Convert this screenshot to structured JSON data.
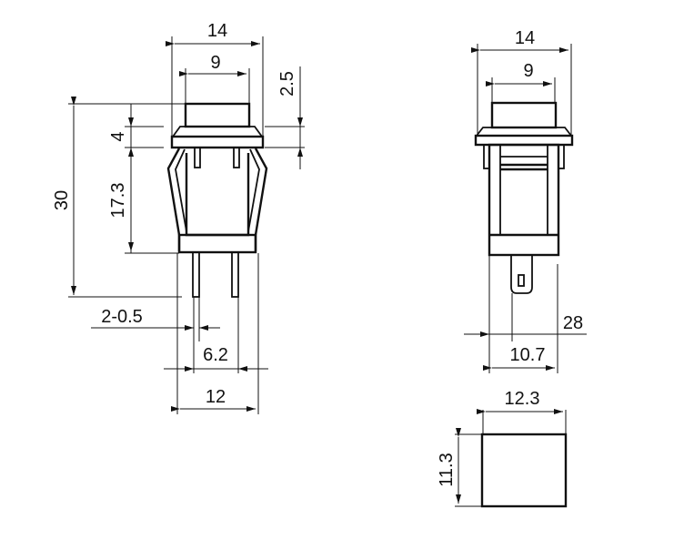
{
  "diagram": {
    "type": "technical-drawing",
    "subject": "push-button switch",
    "views": {
      "front": {
        "dimensions": {
          "top_width": "14",
          "button_width": "9",
          "button_height": "2.5",
          "flange_thickness": "4",
          "body_height": "17.3",
          "total_height": "30",
          "pin_spec": "2-0.5",
          "pin_spacing": "6.2",
          "base_width": "12"
        }
      },
      "side": {
        "dimensions": {
          "top_width": "14",
          "button_width": "9",
          "total_height": "28",
          "base_width": "10.7"
        }
      },
      "panel_cutout": {
        "dimensions": {
          "width": "12.3",
          "height": "11.3"
        }
      }
    }
  }
}
